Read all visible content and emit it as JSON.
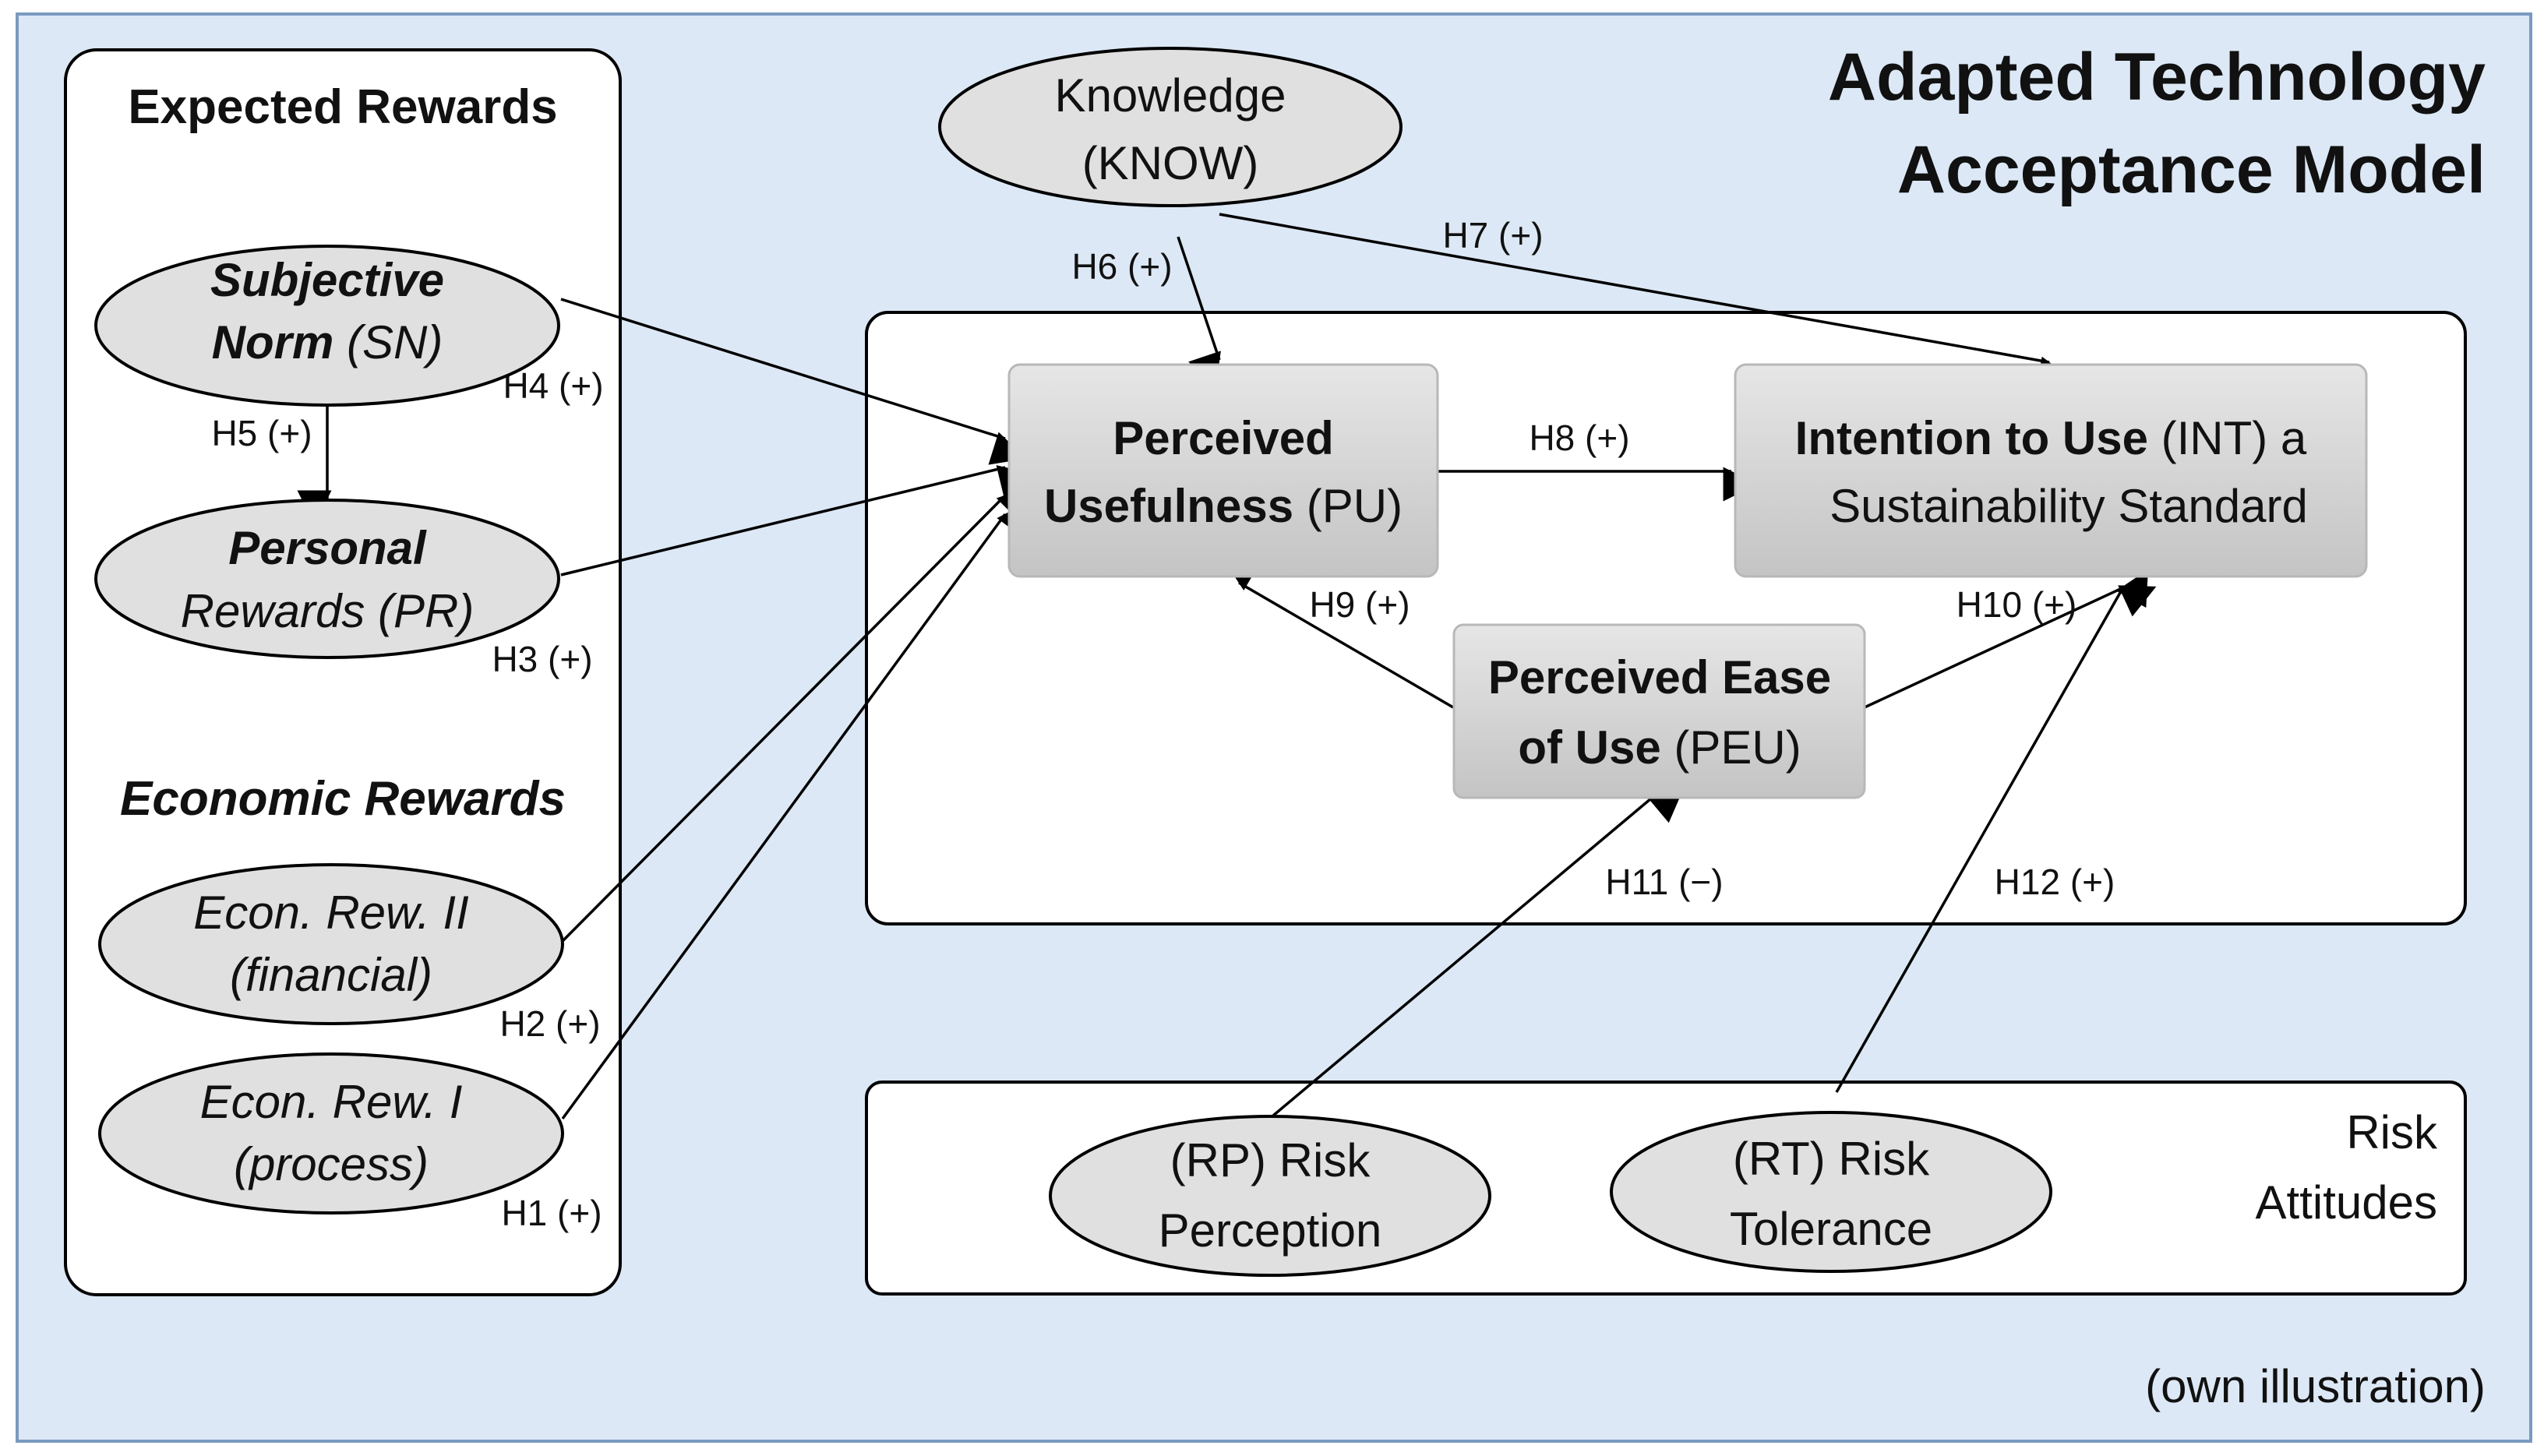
{
  "title": [
    "Adapted Technology",
    "Acceptance Model"
  ],
  "footer": "(own illustration)",
  "groups": {
    "expected": "Expected Rewards",
    "economic": "Economic Rewards",
    "risk": [
      "Risk",
      "Attitudes"
    ]
  },
  "nodes": {
    "know": {
      "line1": "Knowledge",
      "line2": "(KNOW)"
    },
    "sn": {
      "line1": "Subjective",
      "line2_a": "Norm",
      "line2_b": " (SN)"
    },
    "pr": {
      "line1": "Personal",
      "line2": "Rewards (PR)"
    },
    "er2": {
      "line1": "Econ. Rew. II",
      "line2": "(financial)"
    },
    "er1": {
      "line1": "Econ. Rew. I",
      "line2": "(process)"
    },
    "pu": {
      "line1": "Perceived",
      "line2_a": "Usefulness",
      "line2_b": " (PU)"
    },
    "int": {
      "line1_a": "Intention to Use",
      "line1_b": " (INT) a",
      "line2": "Sustainability Standard"
    },
    "peu": {
      "line1": "Perceived Ease",
      "line2_a": "of Use",
      "line2_b": " (PEU)"
    },
    "rp": {
      "line1": "(RP) Risk",
      "line2": "Perception"
    },
    "rt": {
      "line1": "(RT) Risk",
      "line2": "Tolerance"
    }
  },
  "hypotheses": {
    "h1": "H1 (+)",
    "h2": "H2 (+)",
    "h3": "H3 (+)",
    "h4": "H4 (+)",
    "h5": "H5 (+)",
    "h6": "H6 (+)",
    "h7": "H7 (+)",
    "h8": "H8 (+)",
    "h9": "H9 (+)",
    "h10": "H10 (+)",
    "h11": "H11 (−)",
    "h12": "H12 (+)"
  },
  "colors": {
    "background": "#dce8f5",
    "node_fill": "#e0e0e0",
    "box_top": "#e4e4e4",
    "box_bottom": "#c6c6c6"
  }
}
